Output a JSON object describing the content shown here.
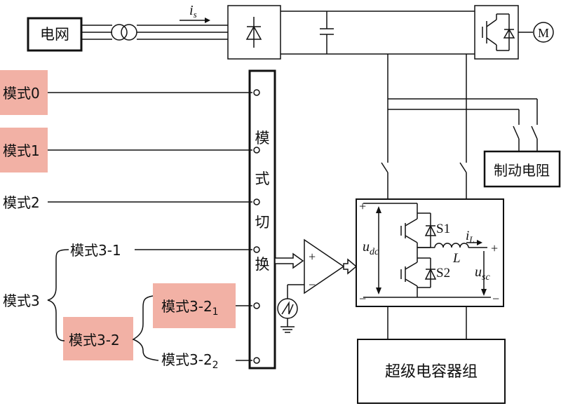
{
  "grid_label": "电网",
  "current_label": "is",
  "modes": {
    "mode0": "模式0",
    "mode1": "模式1",
    "mode2": "模式2",
    "mode3": "模式3",
    "mode3_1": "模式3-1",
    "mode3_2": "模式3-2",
    "mode3_2_1": "模式3-2",
    "mode3_2_1_sub": "1",
    "mode3_2_2": "模式3-2",
    "mode3_2_2_sub": "2"
  },
  "switch_chars": [
    "模",
    "式",
    "切",
    "换"
  ],
  "brake_resistor": "制动电阻",
  "supercap_bank": "超级电容器组",
  "motor_label": "M",
  "converter": {
    "s1": "S1",
    "s2": "S2",
    "il": "iL",
    "inductor": "L",
    "udc": "udc",
    "usc": "usc",
    "plus": "+",
    "minus": "−"
  },
  "comparator": {
    "plus": "+",
    "minus": "−"
  },
  "colors": {
    "highlight": "#f2b1a5",
    "line": "#111111"
  }
}
